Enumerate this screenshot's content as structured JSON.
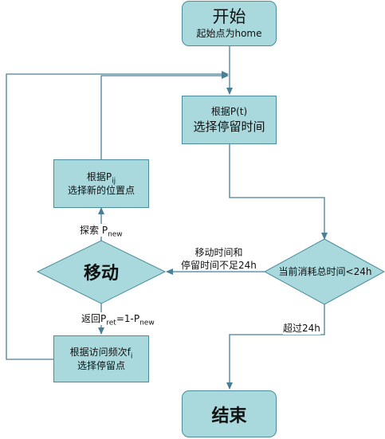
{
  "nodes": {
    "start": {
      "title": "开始",
      "subtitle": "起始点为home"
    },
    "choose_time": {
      "line1": "根据P(t)",
      "line2": "选择停留时间"
    },
    "explore_choose": {
      "line1_prefix": "根据P",
      "line1_sub": "ij",
      "line2": "选择新的位置点"
    },
    "move": {
      "label": "移动"
    },
    "revisit_choose": {
      "line1_prefix": "根据访问频次f",
      "line1_sub": "i",
      "line2": "选择停留点"
    },
    "decision": {
      "label": "当前消耗总时间<24h"
    },
    "end": {
      "label": "结束"
    }
  },
  "edges": {
    "explore": {
      "prefix": "探索 P",
      "sub": "new"
    },
    "return": {
      "prefix": "返回P",
      "sub1": "ret",
      "mid": "=1-P",
      "sub2": "new"
    },
    "insufficient": {
      "line1": "移动时间和",
      "line2": "停留时间不足24h"
    },
    "over": {
      "label": "超过24h"
    }
  },
  "colors": {
    "node_fill": "#a9d8dd",
    "node_border": "#4a8e9c",
    "line": "#4a7f98"
  }
}
